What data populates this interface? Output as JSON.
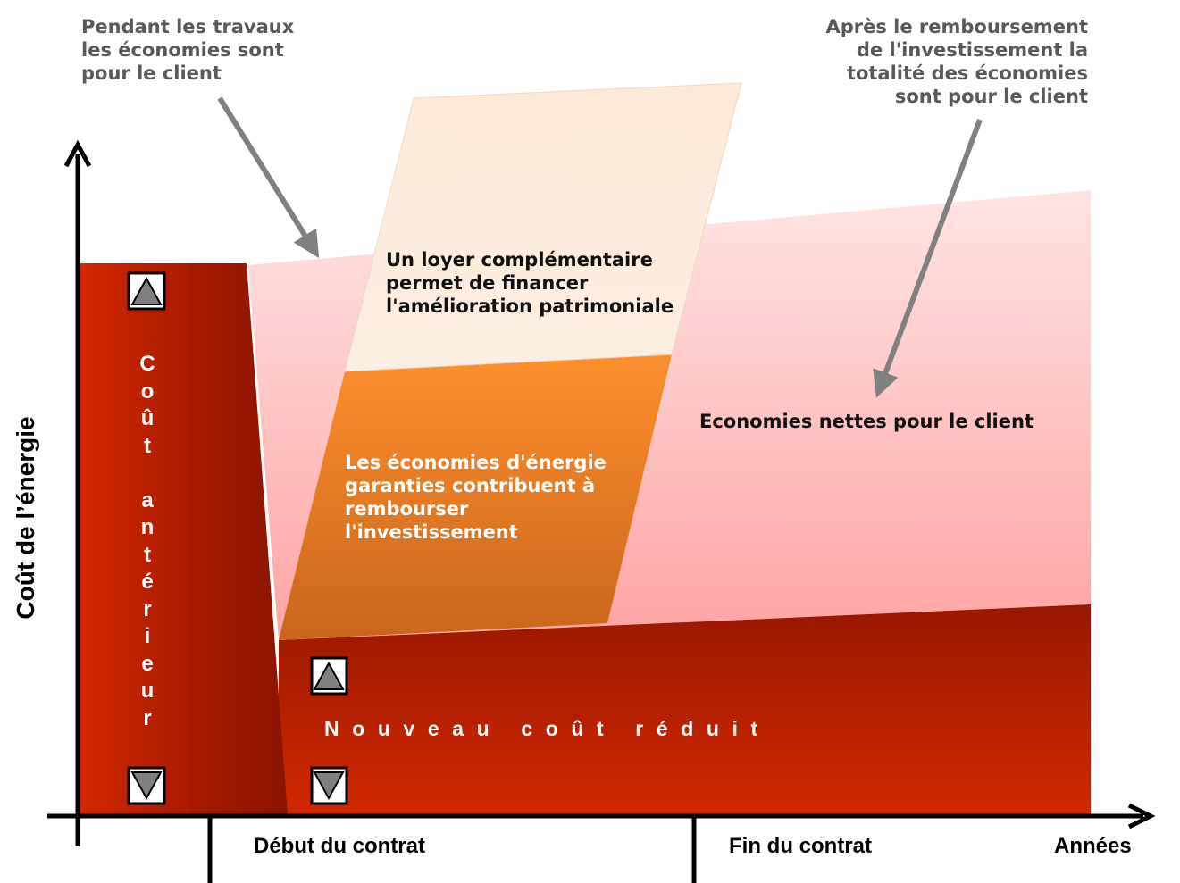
{
  "notes": {
    "during_works": "Pendant les travaux\nles économies sont\npour le client",
    "after_repayment": "Après le remboursement\nde l'investissement la\ntotalité des économies\nsont pour le client"
  },
  "regions": {
    "complementary_rent": "Un loyer complémentaire\npermet de financer\nl'amélioration patrimoniale",
    "energy_savings": "Les économies d'énergie\ngaranties contribuent à\nrembourser\nl'investissement",
    "net_savings": "Economies nettes pour le client",
    "previous_cost_letters": [
      "C",
      "o",
      "û",
      "t",
      "",
      "a",
      "n",
      "t",
      "é",
      "r",
      "i",
      "e",
      "u",
      "r"
    ],
    "new_cost": "Nouveau coût réduit"
  },
  "axis": {
    "y_label": "Coût de l’énergie",
    "x_label": "Années",
    "contract_start": "Début du contrat",
    "contract_end": "Fin du contrat"
  },
  "icons": {
    "up": "up-triangle-icon",
    "down": "down-triangle-icon"
  },
  "colors": {
    "cost_dark": "#9a1800",
    "cost_bright": "#d42a00",
    "savings_pink": "#ffd9d9",
    "rent_beige": "#fce9d9",
    "savings_orange": "#f88b2b",
    "note_gray": "#595959",
    "arrow_gray": "#808080"
  }
}
